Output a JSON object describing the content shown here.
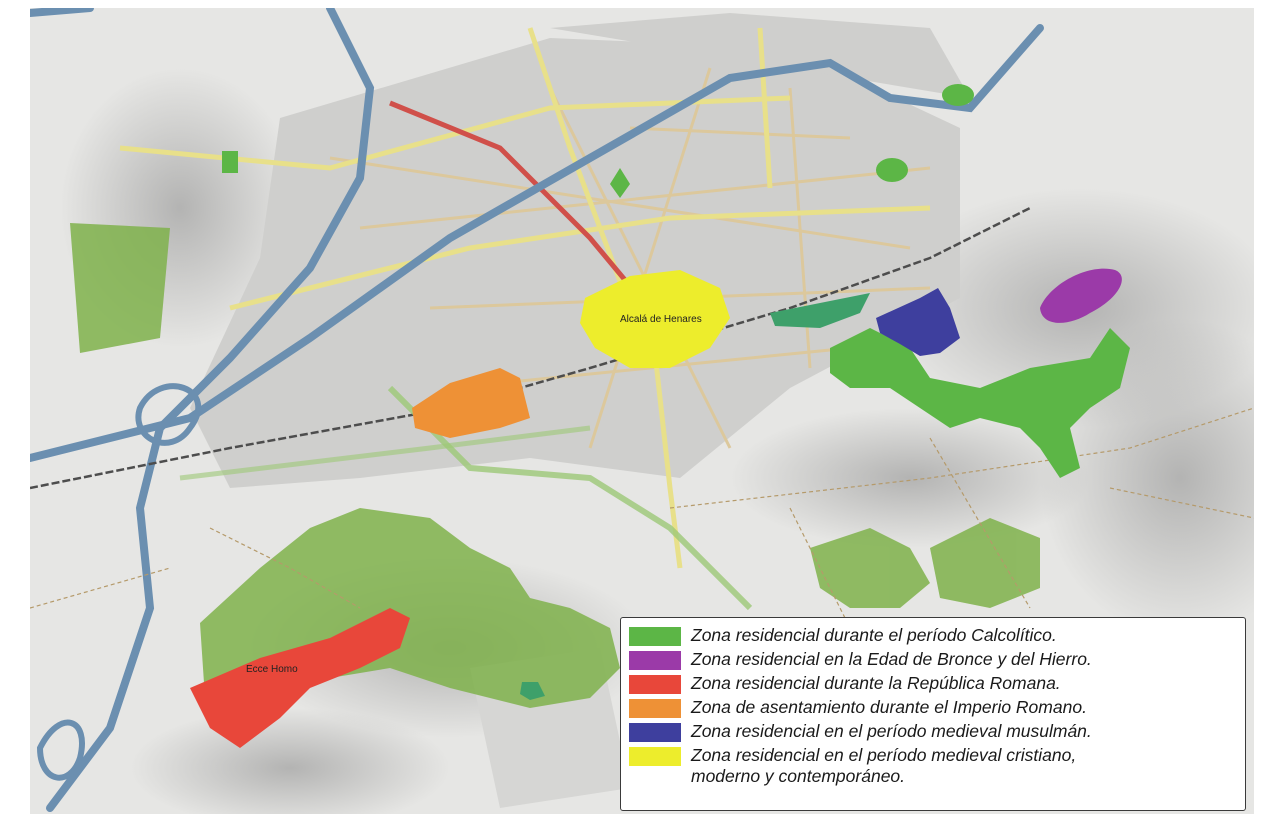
{
  "map": {
    "colors": {
      "background": "#e6e6e4",
      "urban": "#cfcfcd",
      "motorway": "#6b8fb0",
      "main_road": "#e8e08a",
      "secondary_road": "#dcc89c",
      "red_road": "#d0504a",
      "railway": "#4d4d4d",
      "forest": "#7fb24b",
      "relief": "#b8b8b8"
    },
    "labels": {
      "city": "Alcalá de Henares",
      "hill": "Ecce Homo"
    }
  },
  "legend": {
    "items": [
      {
        "color": "#5cb646",
        "label": "Zona residencial durante el período Calcolítico."
      },
      {
        "color": "#9b3aa8",
        "label": "Zona residencial en la Edad de Bronce y del Hierro."
      },
      {
        "color": "#e8473a",
        "label": "Zona residencial durante la República Romana."
      },
      {
        "color": "#ee9136",
        "label": "Zona de asentamiento durante el Imperio Romano."
      },
      {
        "color": "#3e3f9e",
        "label": "Zona residencial en el período medieval musulmán."
      },
      {
        "color": "#eded2c",
        "label": "Zona residencial en el período medieval cristiano,\nmoderno y contemporáneo."
      }
    ]
  }
}
